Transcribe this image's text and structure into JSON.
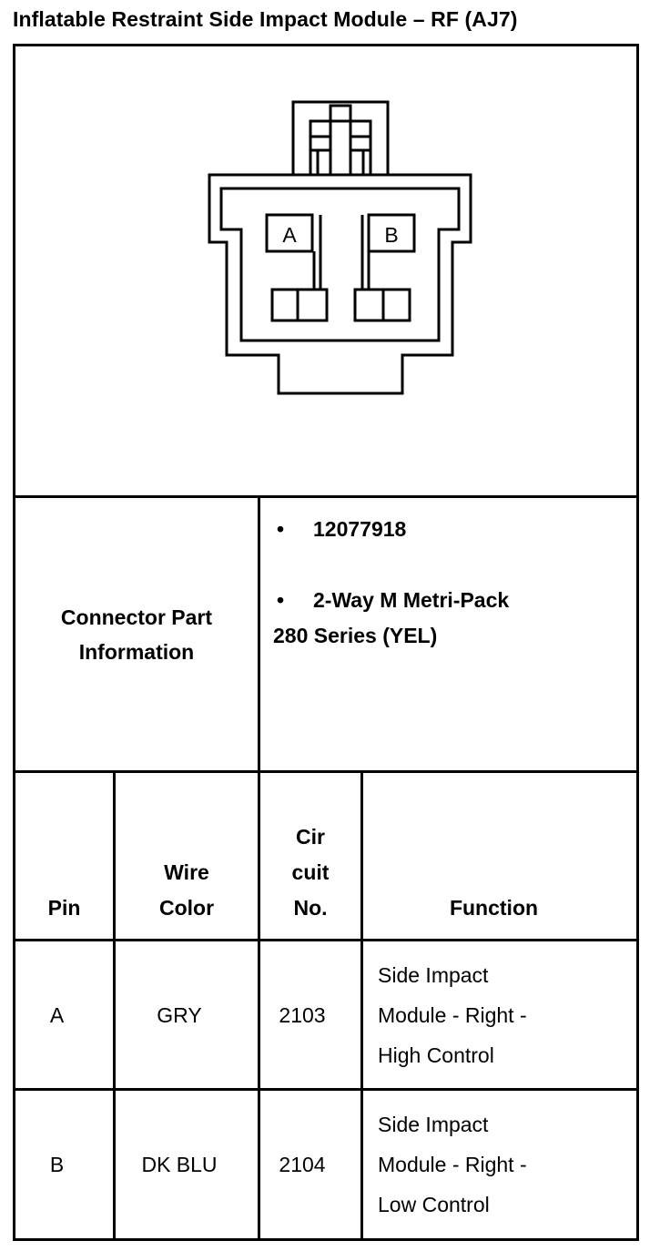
{
  "title": "Inflatable Restraint Side Impact Module – RF (AJ7)",
  "connector": {
    "pin_labels": [
      "A",
      "B"
    ]
  },
  "connector_info": {
    "label_line1": "Connector Part",
    "label_line2": "Information",
    "items": [
      {
        "text": "12077918"
      },
      {
        "text_line1": "2-Way M Metri-Pack",
        "text_line2": "280 Series (YEL)"
      }
    ]
  },
  "table": {
    "headers": {
      "pin": "Pin",
      "wire_color_line1": "Wire",
      "wire_color_line2": "Color",
      "circuit_line1": "Cir",
      "circuit_line2": "cuit",
      "circuit_line3": "No.",
      "function": "Function"
    },
    "rows": [
      {
        "pin": "A",
        "wire_color": "GRY",
        "circuit": "2103",
        "function_line1": "Side Impact",
        "function_line2": "Module - Right -",
        "function_line3": "High Control"
      },
      {
        "pin": "B",
        "wire_color": "DK BLU",
        "circuit": "2104",
        "function_line1": "Side Impact",
        "function_line2": "Module - Right -",
        "function_line3": "Low Control"
      }
    ]
  }
}
